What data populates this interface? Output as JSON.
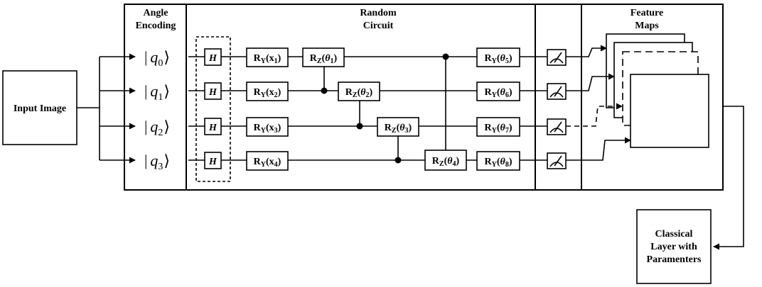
{
  "input": {
    "label": "Input Image"
  },
  "sections": {
    "angle_encoding": [
      "Angle",
      "Encoding"
    ],
    "random_circuit": [
      "Random",
      "Circuit"
    ],
    "feature_maps": [
      "Feature",
      "Maps"
    ]
  },
  "qubits": [
    {
      "base": "q",
      "sub": "0"
    },
    {
      "base": "q",
      "sub": "1"
    },
    {
      "base": "q",
      "sub": "2"
    },
    {
      "base": "q",
      "sub": "3"
    }
  ],
  "hadamard": "H",
  "encoding_gates": [
    {
      "base": "R",
      "sub": "Y",
      "arg": "x",
      "argsub": "1"
    },
    {
      "base": "R",
      "sub": "Y",
      "arg": "x",
      "argsub": "2"
    },
    {
      "base": "R",
      "sub": "Y",
      "arg": "x",
      "argsub": "3"
    },
    {
      "base": "R",
      "sub": "Y",
      "arg": "x",
      "argsub": "4"
    }
  ],
  "rz_gates": [
    {
      "base": "R",
      "sub": "Z",
      "arg": "θ",
      "argsub": "1"
    },
    {
      "base": "R",
      "sub": "Z",
      "arg": "θ",
      "argsub": "2"
    },
    {
      "base": "R",
      "sub": "Z",
      "arg": "θ",
      "argsub": "3"
    },
    {
      "base": "R",
      "sub": "Z",
      "arg": "θ",
      "argsub": "4"
    }
  ],
  "ry_gates": [
    {
      "base": "R",
      "sub": "Y",
      "arg": "θ",
      "argsub": "5"
    },
    {
      "base": "R",
      "sub": "Y",
      "arg": "θ",
      "argsub": "6"
    },
    {
      "base": "R",
      "sub": "Y",
      "arg": "θ",
      "argsub": "7"
    },
    {
      "base": "R",
      "sub": "Y",
      "arg": "θ",
      "argsub": "8"
    }
  ],
  "classical": {
    "lines": [
      "Classical",
      "Layer with",
      "Paramenters"
    ]
  }
}
